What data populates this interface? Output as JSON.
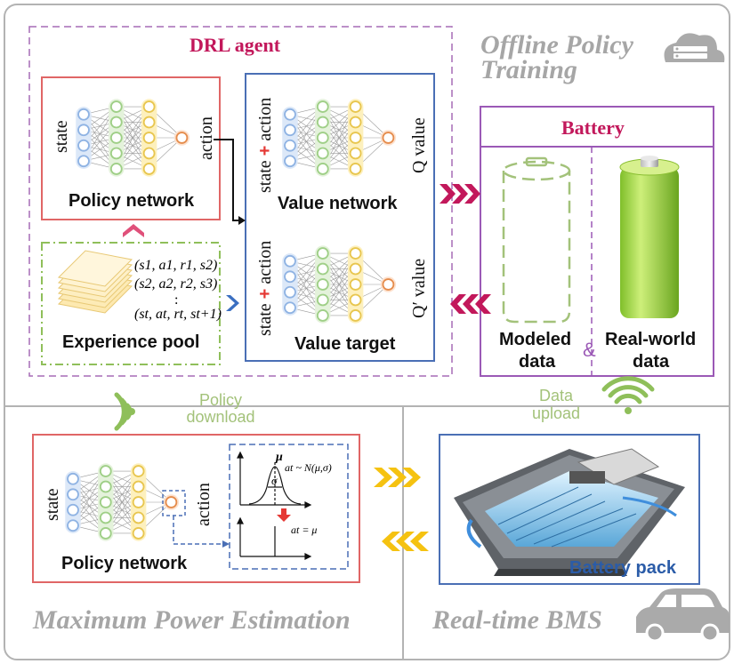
{
  "offline": {
    "title_line1": "Offline Policy",
    "title_line2": "Training",
    "icon": "server-cloud-icon"
  },
  "agent": {
    "title": "DRL agent",
    "policy": {
      "input": "state",
      "output": "action",
      "label": "Policy network"
    },
    "value_network": {
      "input_a": "state",
      "plus": "+",
      "input_b": "action",
      "output": "Q value",
      "label": "Value network"
    },
    "value_target": {
      "input_a": "state",
      "plus": "+",
      "input_b": "action",
      "output": "Q′ value",
      "label": "Value target"
    },
    "experience": {
      "label": "Experience pool",
      "tuples": [
        "(s1, a1, r1, s2)",
        "(s2, a2, r2, s3)",
        ":",
        "(st, at, rt, st+1)"
      ]
    }
  },
  "battery": {
    "title": "Battery",
    "modeled": "Modeled data",
    "and": "&",
    "real": "Real-world data",
    "modeled_line1": "Modeled",
    "modeled_line2": "data",
    "real_line1": "Real-world",
    "real_line2": "data"
  },
  "links": {
    "policy_download_1": "Policy",
    "policy_download_2": "download",
    "data_upload_1": "Data",
    "data_upload_2": "upload"
  },
  "estimation": {
    "title": "Maximum Power Estimation",
    "input": "state",
    "output": "action",
    "label": "Policy network",
    "mu": "μ",
    "sigma": "σ",
    "dist": "at ~ N(μ,σ)",
    "det": "at = μ"
  },
  "bms": {
    "title": "Real-time BMS",
    "pack_label": "Battery pack",
    "icon": "car-icon"
  },
  "colors": {
    "pink": "#c2185b",
    "purple": "#9b59b6",
    "red": "#e06666",
    "blue": "#4a6fb5",
    "green": "#8fbf5a",
    "gray": "#a6a6a6",
    "yellow": "#f5c211"
  }
}
